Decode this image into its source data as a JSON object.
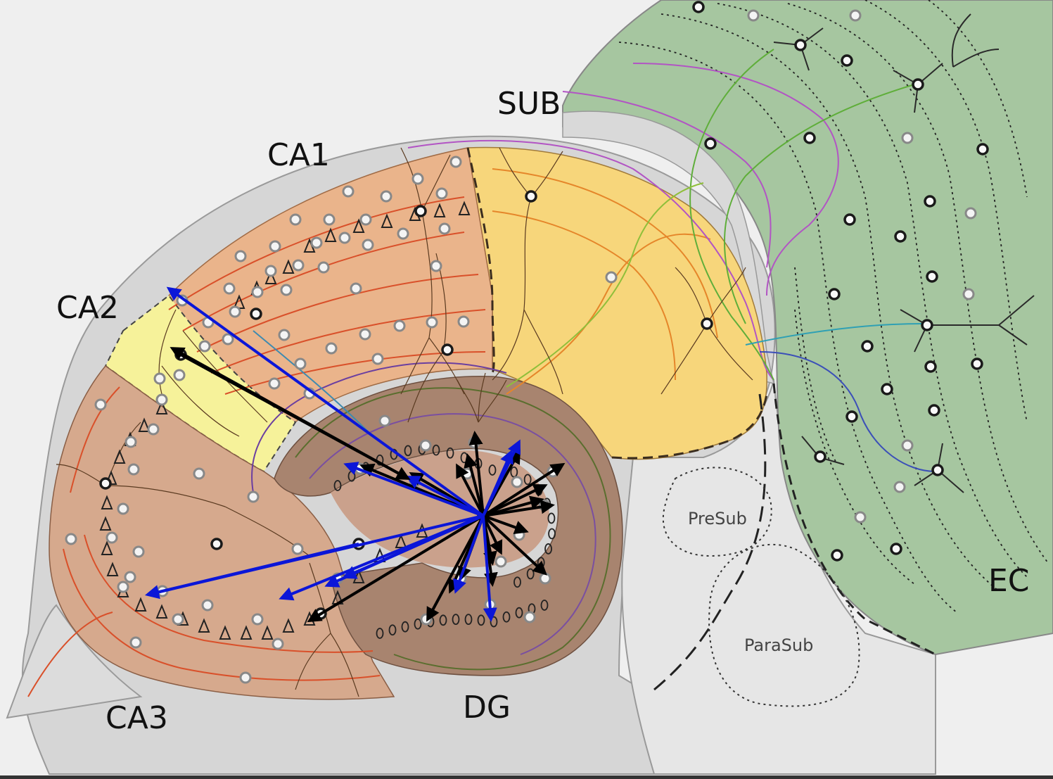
{
  "labels": {
    "sub": "SUB",
    "ca1": "CA1",
    "ca2": "CA2",
    "ca3": "CA3",
    "dg": "DG",
    "ec": "EC",
    "presub": "PreSub",
    "parasub": "ParaSub"
  },
  "colors": {
    "background": "#efefef",
    "outer_gray": "#d6d6d6",
    "ca1": "#eab48b",
    "ca2": "#f6f29a",
    "ca3": "#d6a98d",
    "dg": "#a8846f",
    "dg_inner": "#caa18c",
    "sub": "#f7d67b",
    "ec": "#a6c6a0",
    "para_region": "#e6e6e6",
    "arrow_black": "#000000",
    "arrow_blue": "#0b16d8",
    "fiber_red": "#d9502a",
    "fiber_orange": "#e5862a",
    "fiber_purple": "#b254c4",
    "fiber_green": "#5fae3a",
    "fiber_teal": "#2fa0b4",
    "fiber_blue": "#3b4fb8"
  }
}
